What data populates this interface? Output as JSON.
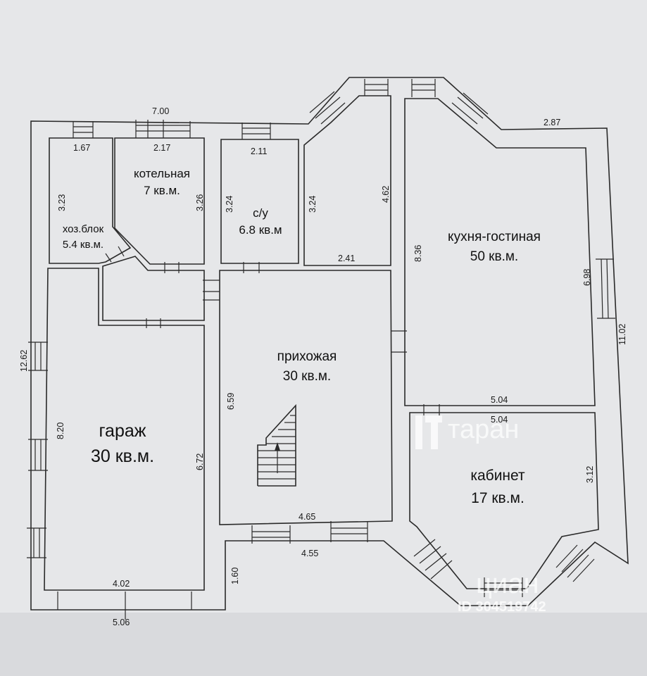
{
  "rooms": {
    "boiler": {
      "name": "котельная",
      "area": "7 кв.м."
    },
    "bathroom": {
      "name": "с/у",
      "area": "6.8 кв.м"
    },
    "utility": {
      "name": "хоз.блок",
      "area": "5.4 кв.м."
    },
    "kitchen": {
      "name": "кухня-гостиная",
      "area": "50 кв.м."
    },
    "hall": {
      "name": "прихожая",
      "area": "30 кв.м."
    },
    "garage": {
      "name": "гараж",
      "area": "30 кв.м."
    },
    "office": {
      "name": "кабинет",
      "area": "17 кв.м."
    }
  },
  "dimensions": {
    "top_7_00": "7.00",
    "top_2_87": "2.87",
    "d_1_67": "1.67",
    "d_2_17": "2.17",
    "d_2_11": "2.11",
    "d_3_23": "3.23",
    "d_3_26": "3.26",
    "d_3_24_a": "3.24",
    "d_3_24_b": "3.24",
    "d_4_62": "4.62",
    "d_2_41": "2.41",
    "d_8_36": "8.36",
    "d_6_98": "6.98",
    "d_11_02": "11.02",
    "d_12_62": "12.62",
    "d_5_04_a": "5.04",
    "d_5_04_b": "5.04",
    "d_6_59": "6.59",
    "d_8_20": "8.20",
    "d_6_72": "6.72",
    "d_3_12": "3.12",
    "d_4_65": "4.65",
    "d_4_55": "4.55",
    "d_1_60": "1.60",
    "d_4_02": "4.02",
    "d_5_06": "5.06"
  },
  "watermark": {
    "brand": "таран",
    "cian": "циан",
    "listing_id": "ID 304519742"
  },
  "colors": {
    "paper": "#e6e7e9",
    "lines": "#2a2a2a"
  },
  "icons": [
    "stairs-icon",
    "up-arrow-icon",
    "taran-logo-icon"
  ]
}
